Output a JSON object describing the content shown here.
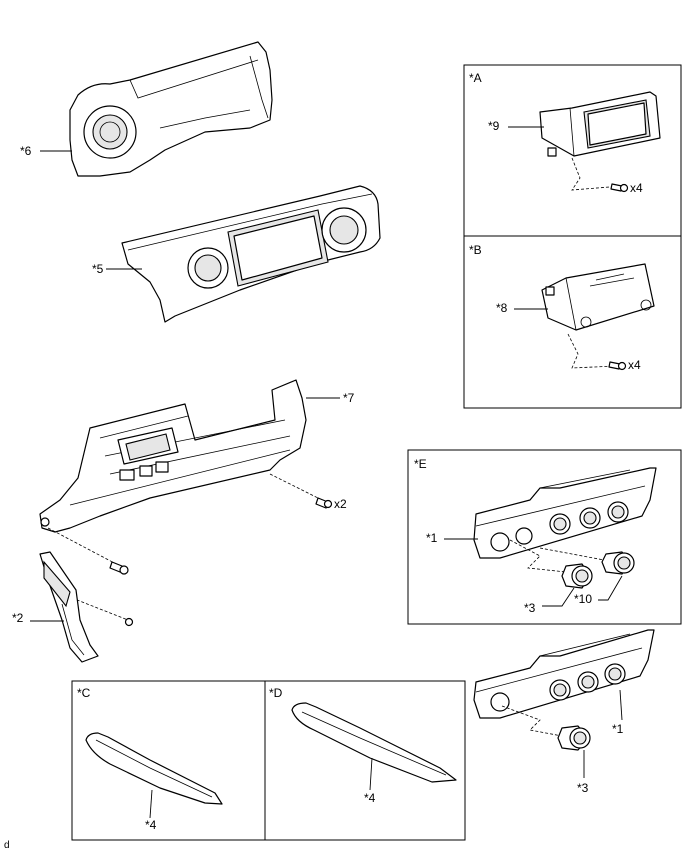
{
  "labels": {
    "p6": "*6",
    "p5": "*5",
    "p7": "*7",
    "p2": "*2",
    "p7_bolt_qty": "x2",
    "boxA_title": "*A",
    "boxA_part": "*9",
    "boxA_qty": "x4",
    "boxB_title": "*B",
    "boxB_part": "*8",
    "boxB_qty": "x4",
    "boxE_title": "*E",
    "boxE_p1": "*1",
    "boxE_p3": "*3",
    "boxE_p10": "*10",
    "lower_p1": "*1",
    "lower_p3": "*3",
    "boxC_title": "*C",
    "boxC_part": "*4",
    "boxD_title": "*D",
    "boxD_part": "*4",
    "corner_mark": "d"
  }
}
